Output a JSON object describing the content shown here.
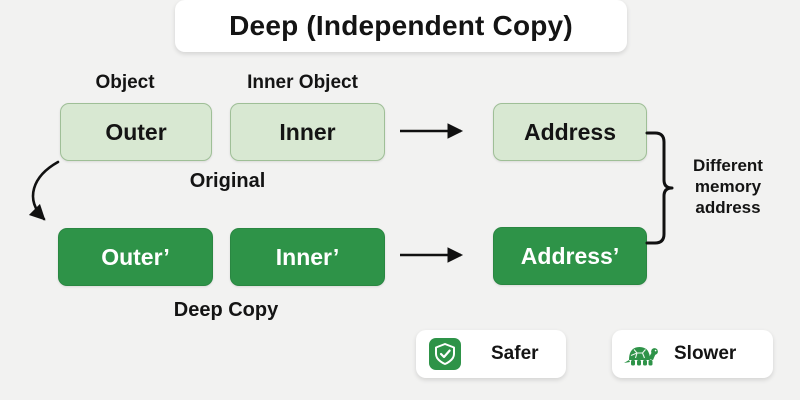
{
  "title": "Deep (Independent Copy)",
  "colors": {
    "background": "#f2f2f1",
    "light_green_fill": "#d8e8d2",
    "light_green_border": "#9fbf97",
    "dark_green": "#2e9348",
    "text": "#141414",
    "card_white": "#ffffff"
  },
  "diagram": {
    "column_labels": {
      "object": "Object",
      "inner_object": "Inner Object"
    },
    "original_row": {
      "caption": "Original",
      "outer": "Outer",
      "inner": "Inner",
      "address": "Address"
    },
    "deep_copy_row": {
      "caption": "Deep Copy",
      "outer": "Outer’",
      "inner": "Inner’",
      "address": "Address’"
    },
    "annotation": "Different memory address",
    "arrows": [
      "inner-to-address",
      "inner-copy-to-address-copy",
      "outer-to-outer-copy-curved"
    ]
  },
  "legend": [
    {
      "icon": "shield-check-icon",
      "label": "Safer"
    },
    {
      "icon": "turtle-icon",
      "label": "Slower"
    }
  ]
}
